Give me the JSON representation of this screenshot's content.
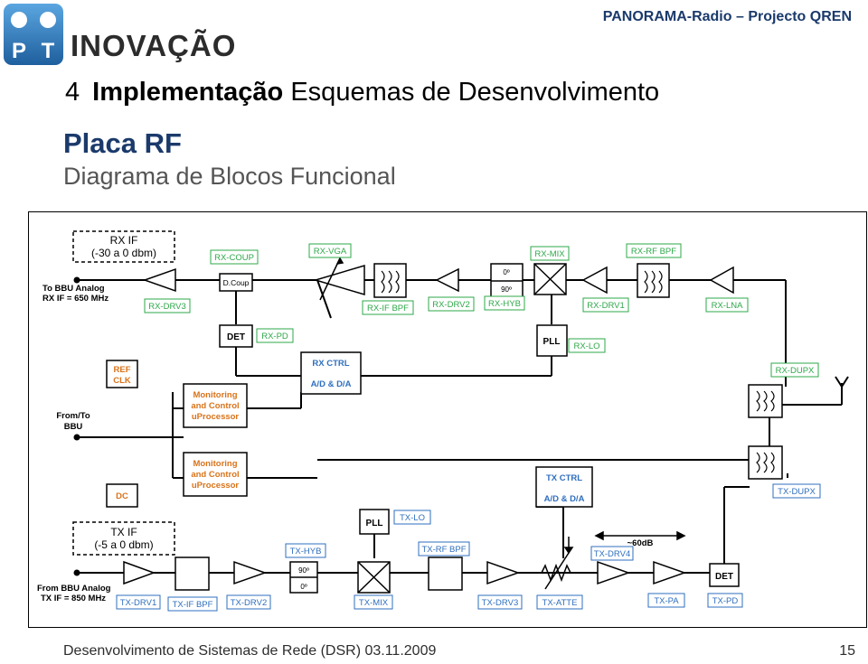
{
  "header": {
    "logo_letters": [
      "P",
      "T"
    ],
    "brand": "INOVAÇÃO",
    "project": "PANORAMA-Radio – Projecto QREN"
  },
  "heading": {
    "number": "4",
    "bold": "Implementação",
    "rest": "Esquemas de Desenvolvimento"
  },
  "title": "Placa RF",
  "subtitle": "Diagrama de Blocos Funcional",
  "diagram": {
    "rx_if_box": [
      "RX IF",
      "(-30 a 0 dbm)"
    ],
    "tx_if_box": [
      "TX IF",
      "(-5 a 0 dbm)"
    ],
    "to_bbu_rx": [
      "To BBU Analog",
      "RX IF = 650 MHz"
    ],
    "from_bbu_tx": [
      "From BBU Analog",
      "TX IF = 850 MHz"
    ],
    "from_to_bbu": [
      "From/To",
      "BBU"
    ],
    "ref_clk": [
      "REF",
      "CLK"
    ],
    "dc": "DC",
    "monitoring": [
      "Monitoring",
      "and Control",
      "uProcessor"
    ],
    "rx_ctrl": [
      "RX CTRL",
      "A/D & D/A"
    ],
    "tx_ctrl": [
      "TX CTRL",
      "A/D & D/A"
    ],
    "det": "DET",
    "pll": "PLL",
    "dcoup": "D.Coup",
    "deg0": "0º",
    "deg90": "90º",
    "gain_span": "~60dB",
    "rx_labels": [
      "RX-COUP",
      "RX-VGA",
      "RX-MIX",
      "RX-RF BPF",
      "RX-DRV3",
      "RX-IF BPF",
      "RX-DRV2",
      "RX-HYB",
      "RX-DRV1",
      "RX-LNA",
      "RX-PD",
      "RX-LO",
      "RX-DUPX"
    ],
    "tx_labels": [
      "TX-DUPX",
      "TX-LO",
      "TX-HYB",
      "TX-RF BPF",
      "TX-DRV4",
      "TX-DRV1",
      "TX-IF BPF",
      "TX-DRV2",
      "TX-MIX",
      "TX-DRV3",
      "TX-ATTE",
      "TX-PA",
      "TX-PD"
    ]
  },
  "colors": {
    "green": "#2ea84a",
    "blue": "#2f6fbf",
    "orange": "#d9731a",
    "navy": "#1b3a6b",
    "logo": "#2f7ec3"
  },
  "footer": {
    "left": "Desenvolvimento de Sistemas de Rede (DSR) 03.11.2009",
    "page": "15"
  }
}
